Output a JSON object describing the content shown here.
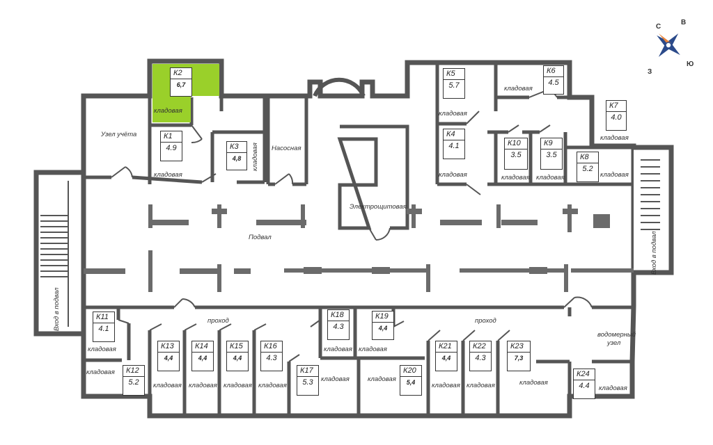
{
  "highlight_color": "#9ad02a",
  "compass": {
    "north": "С",
    "east": "В",
    "south": "Ю",
    "west": "З"
  },
  "labels": {
    "uzel_ucheta": "Узел учёта",
    "nasosnaya": "Насосная",
    "elektroshchitovaya": "Электрощитовая",
    "podval": "Подвал",
    "prokhod_left": "проход",
    "prokhod_right": "проход",
    "vodomerny_1": "водомерный",
    "vodomerny_2": "узел",
    "vkhod_left": "Вход в подвал",
    "vkhod_right": "Вход в подвал",
    "kladovaya": "кладовая"
  },
  "storerooms": [
    {
      "code": "К1",
      "area": "4.9"
    },
    {
      "code": "К2",
      "area": "6,7"
    },
    {
      "code": "К3",
      "area": "4,8"
    },
    {
      "code": "К4",
      "area": "4.1"
    },
    {
      "code": "К5",
      "area": "5.7"
    },
    {
      "code": "К6",
      "area": "4.5"
    },
    {
      "code": "К7",
      "area": "4.0"
    },
    {
      "code": "К8",
      "area": "5.2"
    },
    {
      "code": "К9",
      "area": "3.5"
    },
    {
      "code": "К10",
      "area": "3.5"
    },
    {
      "code": "К11",
      "area": "4.1"
    },
    {
      "code": "К12",
      "area": "5.2"
    },
    {
      "code": "К13",
      "area": "4,4"
    },
    {
      "code": "К14",
      "area": "4,4"
    },
    {
      "code": "К15",
      "area": "4,4"
    },
    {
      "code": "К16",
      "area": "4.3"
    },
    {
      "code": "К17",
      "area": "5.3"
    },
    {
      "code": "К18",
      "area": "4.3"
    },
    {
      "code": "К19",
      "area": "4,4"
    },
    {
      "code": "К20",
      "area": "5,4"
    },
    {
      "code": "К21",
      "area": "4,4"
    },
    {
      "code": "К22",
      "area": "4.3"
    },
    {
      "code": "К23",
      "area": "7,3"
    },
    {
      "code": "К24",
      "area": "4.4"
    }
  ]
}
